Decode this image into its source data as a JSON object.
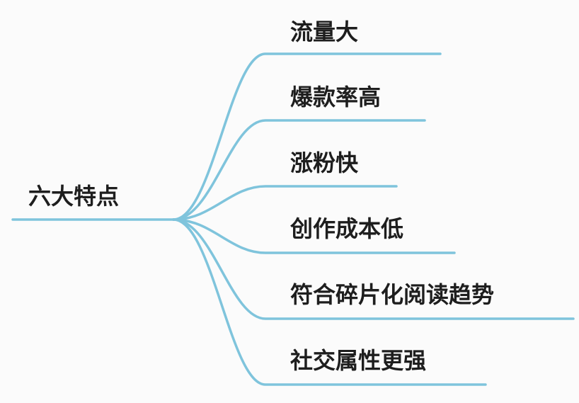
{
  "root": {
    "label": "六大特点"
  },
  "branches": [
    {
      "label": "流量大"
    },
    {
      "label": "爆款率高"
    },
    {
      "label": "涨粉快"
    },
    {
      "label": "创作成本低"
    },
    {
      "label": "符合碎片化阅读趋势"
    },
    {
      "label": "社交属性更强"
    }
  ],
  "colors": {
    "edge": "#7fc4dc",
    "text": "#1e1e1e",
    "background": "#fbfbfb"
  }
}
